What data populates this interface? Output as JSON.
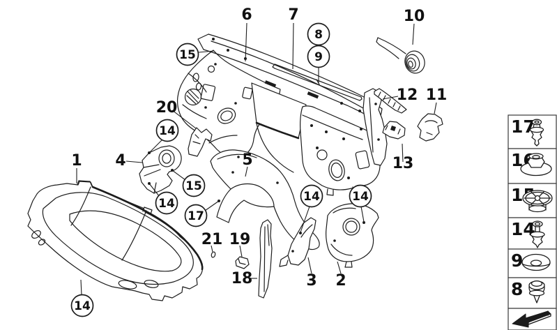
{
  "colors": {
    "line": "#1c1c1c",
    "background": "#ffffff"
  },
  "callouts": {
    "plain": [
      {
        "label": "6"
      },
      {
        "label": "7"
      },
      {
        "label": "10"
      },
      {
        "label": "12"
      },
      {
        "label": "11"
      },
      {
        "label": "13"
      },
      {
        "label": "20"
      },
      {
        "label": "1"
      },
      {
        "label": "4"
      },
      {
        "label": "5"
      },
      {
        "label": "21"
      },
      {
        "label": "19"
      },
      {
        "label": "18"
      },
      {
        "label": "3"
      },
      {
        "label": "2"
      }
    ],
    "circled": [
      {
        "label": "15"
      },
      {
        "label": "8"
      },
      {
        "label": "9"
      },
      {
        "label": "14"
      },
      {
        "label": "15"
      },
      {
        "label": "14"
      },
      {
        "label": "17"
      },
      {
        "label": "14"
      },
      {
        "label": "14"
      },
      {
        "label": "14"
      }
    ]
  },
  "legend": {
    "items": [
      {
        "label": "17",
        "icon": "expansion-rivet-icon"
      },
      {
        "label": "16",
        "icon": "plastic-nut-icon"
      },
      {
        "label": "15",
        "icon": "spoked-grommet-icon"
      },
      {
        "label": "14",
        "icon": "push-rivet-icon"
      },
      {
        "label": "9",
        "icon": "washer-icon"
      },
      {
        "label": "8",
        "icon": "clip-grommet-icon"
      },
      {
        "label": "",
        "icon": "direction-arrow-icon"
      }
    ]
  }
}
